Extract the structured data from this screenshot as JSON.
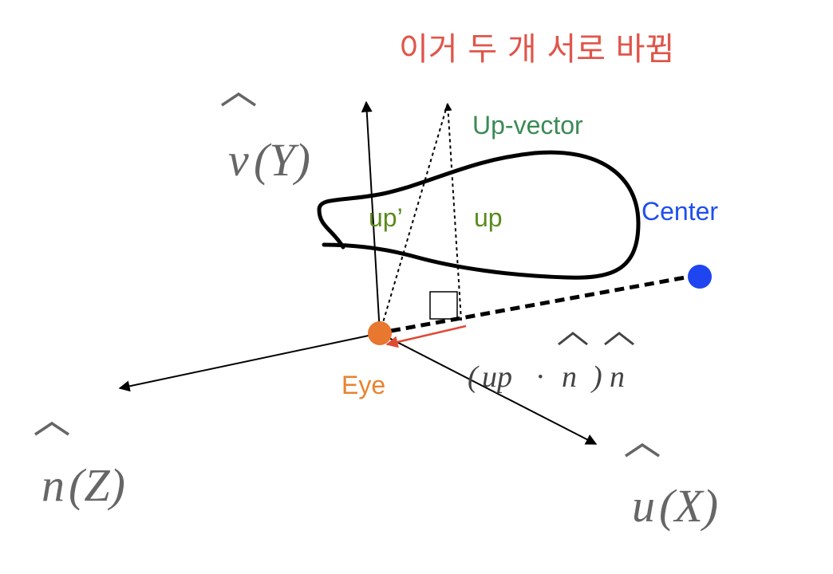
{
  "annotation": {
    "text": "이거 두 개 서로 바뀜",
    "color": "#e0554a"
  },
  "axes": {
    "v": {
      "letter": "v",
      "paren": "(Y)"
    },
    "n": {
      "letter": "n",
      "paren": "(Z)"
    },
    "u": {
      "letter": "u",
      "paren": "(X)"
    },
    "label_color": "#666666"
  },
  "labels": {
    "up_vector": {
      "text": "Up-vector",
      "color": "#3a8a55"
    },
    "up_prime": {
      "text": "up’",
      "color": "#5a8a1e"
    },
    "up": {
      "text": "up",
      "color": "#5a8a1e"
    },
    "center": {
      "text": "Center",
      "color": "#1f4ef0"
    },
    "eye": {
      "text": "Eye",
      "color": "#e8832f"
    }
  },
  "projection": {
    "open": "(",
    "up": "up",
    "dot": "·",
    "n1": "n",
    "close": ")",
    "n2": "n"
  },
  "colors": {
    "eye_point": "#e8772f",
    "center_point": "#1f45f0",
    "projection_arrow": "#e04a35",
    "line": "#000000"
  }
}
